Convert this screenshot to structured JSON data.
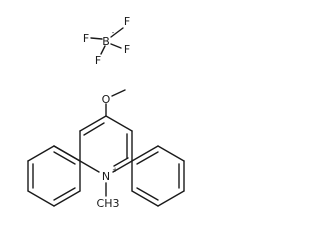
{
  "colors": {
    "ink": "#1a1a1a",
    "background": "#ffffff"
  },
  "counterion": {
    "boron": "B",
    "boron_charge": "-",
    "fluorines": [
      "F",
      "F",
      "F",
      "F"
    ]
  },
  "cation": {
    "methoxy_oxygen": "O",
    "ring_nitrogen": "N",
    "nitrogen_charge": "+",
    "n_methyl": "CH3"
  }
}
